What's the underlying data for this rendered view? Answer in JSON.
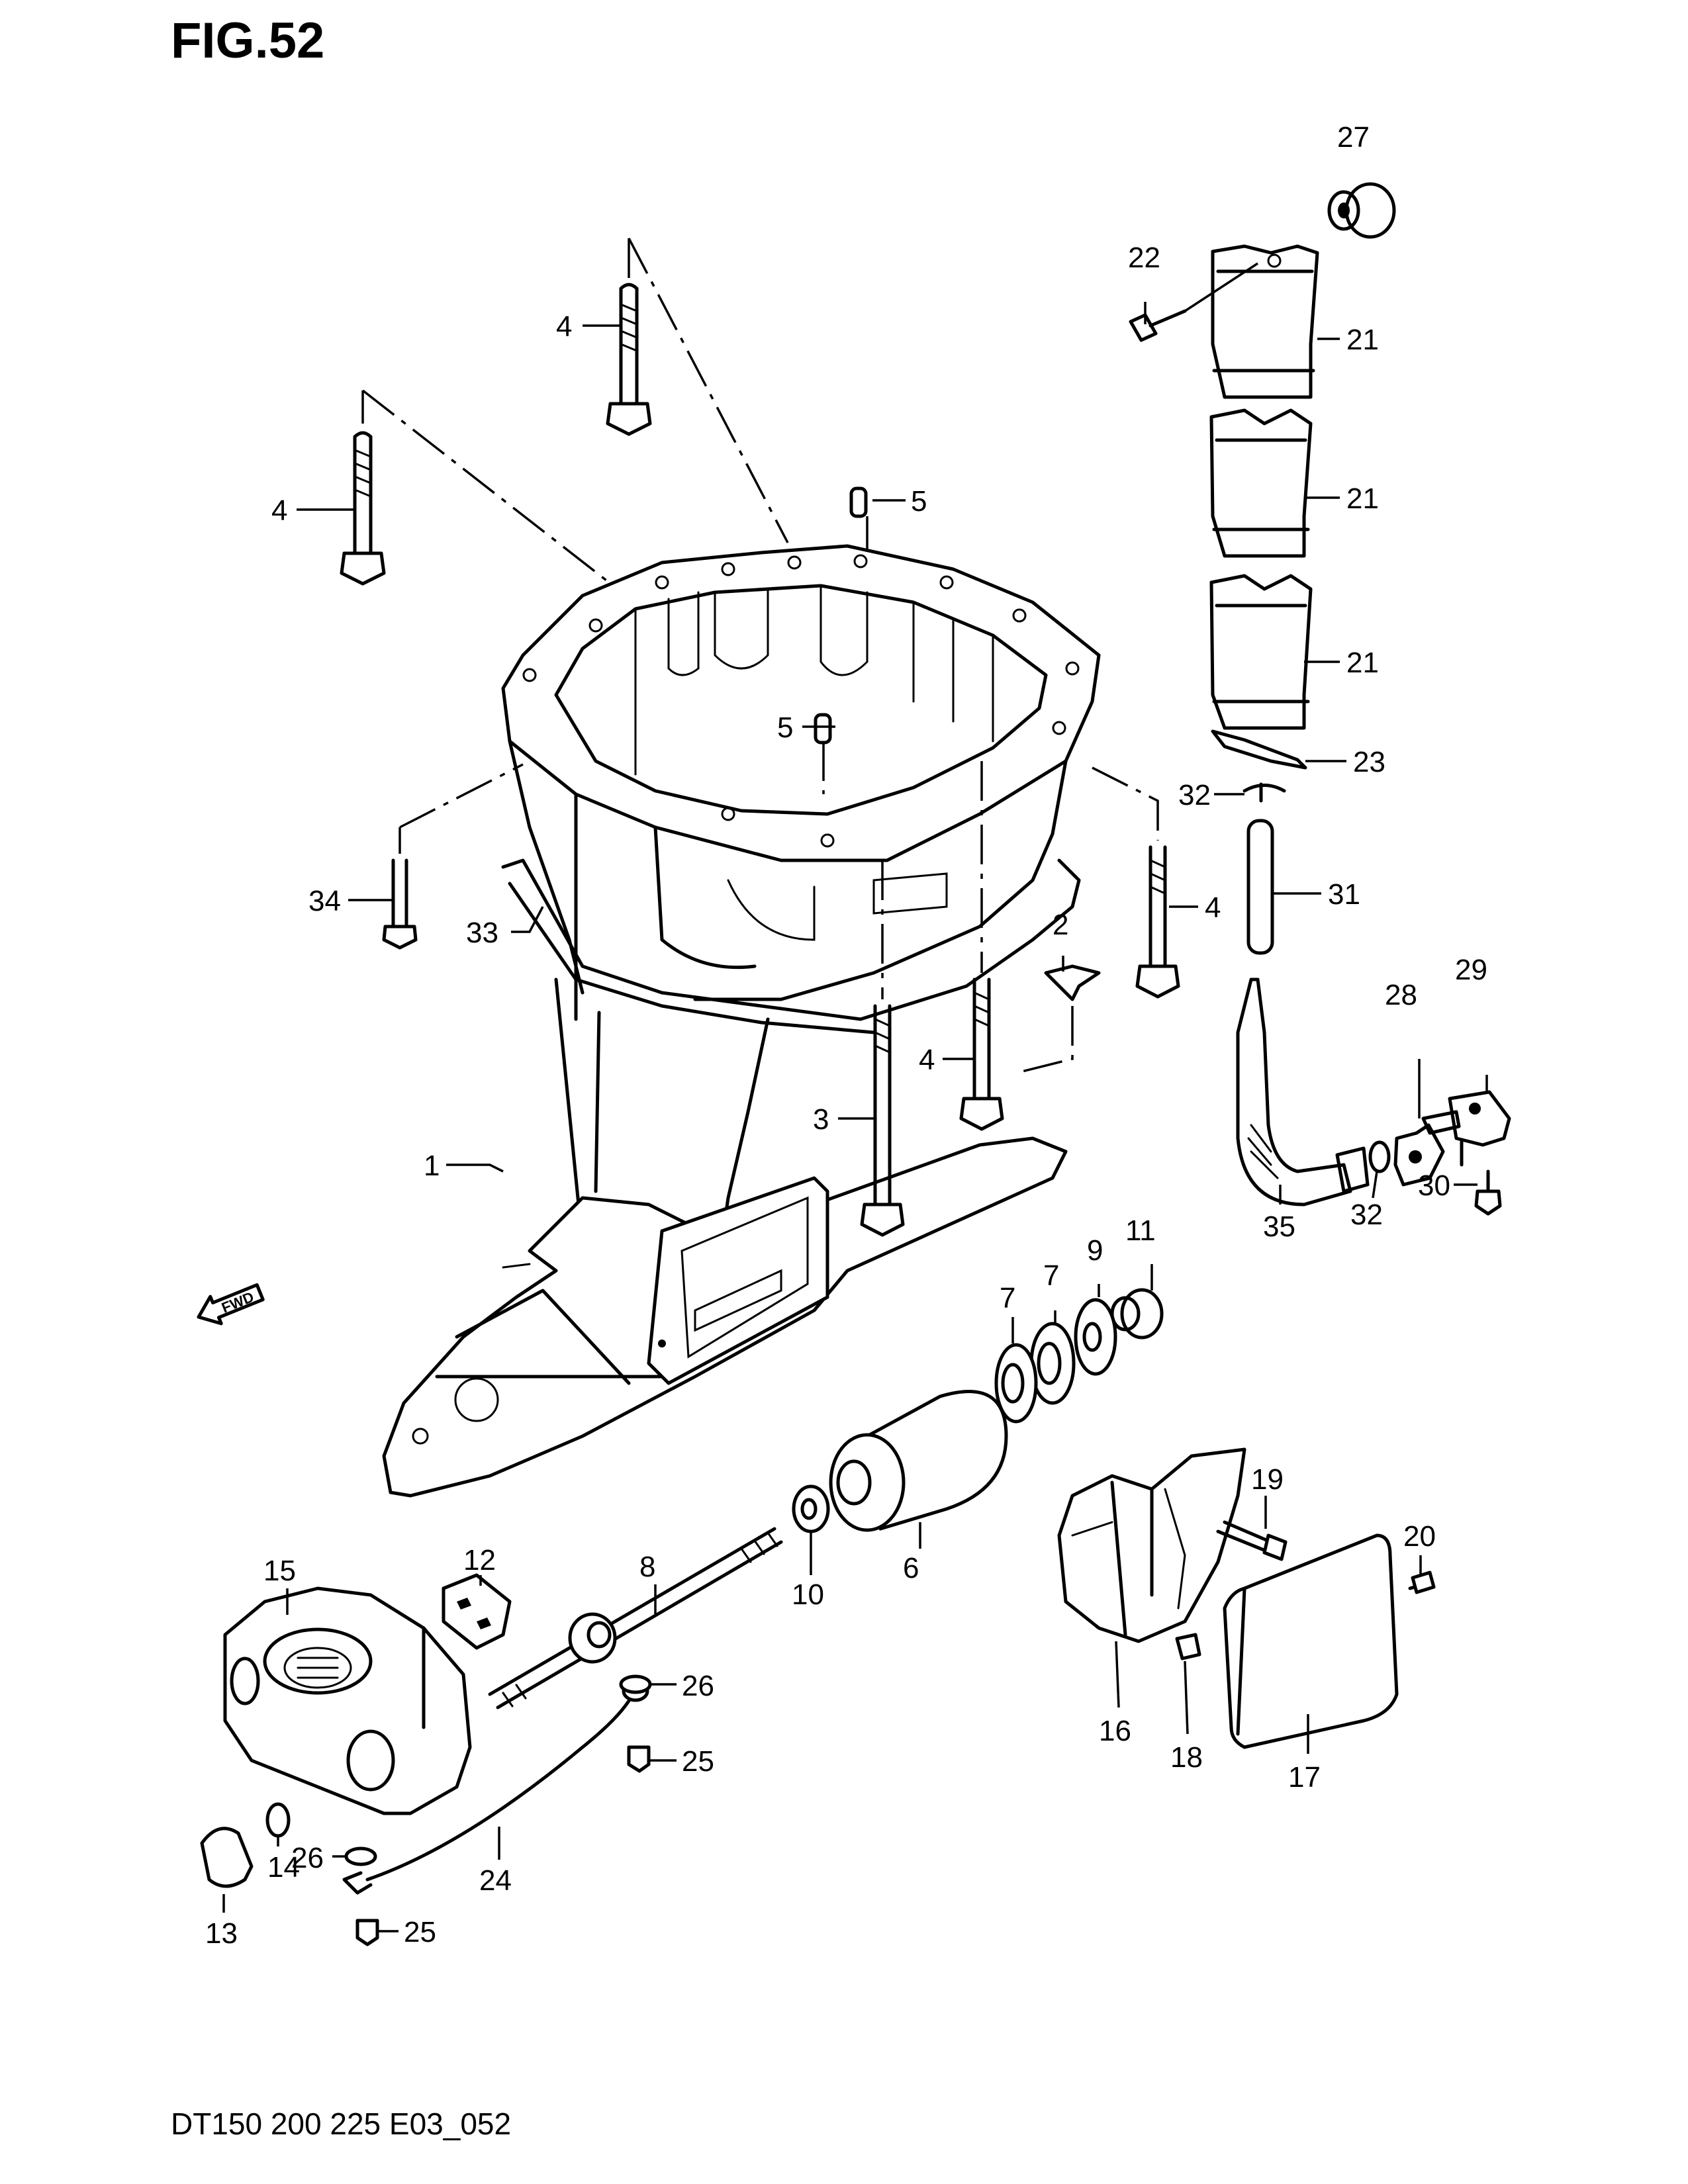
{
  "figure": {
    "title": "FIG.52",
    "footer": "DT150 200 225 E03_052",
    "fwd_label": "FWD"
  },
  "callouts": [
    "1",
    "2",
    "3",
    "4",
    "5",
    "6",
    "7",
    "8",
    "9",
    "10",
    "11",
    "12",
    "13",
    "14",
    "15",
    "16",
    "17",
    "18",
    "19",
    "20",
    "21",
    "22",
    "23",
    "24",
    "25",
    "26",
    "27",
    "28",
    "29",
    "30",
    "31",
    "32",
    "33",
    "34",
    "35"
  ],
  "labels": [
    {
      "id": "c27",
      "text": "27"
    },
    {
      "id": "c22",
      "text": "22"
    },
    {
      "id": "c21a",
      "text": "21"
    },
    {
      "id": "c21b",
      "text": "21"
    },
    {
      "id": "c21c",
      "text": "21"
    },
    {
      "id": "c23",
      "text": "23"
    },
    {
      "id": "c32a",
      "text": "32"
    },
    {
      "id": "c31",
      "text": "31"
    },
    {
      "id": "c29",
      "text": "29"
    },
    {
      "id": "c28",
      "text": "28"
    },
    {
      "id": "c30",
      "text": "30"
    },
    {
      "id": "c32b",
      "text": "32"
    },
    {
      "id": "c35",
      "text": "35"
    },
    {
      "id": "c4a",
      "text": "4"
    },
    {
      "id": "c4b",
      "text": "4"
    },
    {
      "id": "c4c",
      "text": "4"
    },
    {
      "id": "c4d",
      "text": "4"
    },
    {
      "id": "c5a",
      "text": "5"
    },
    {
      "id": "c5b",
      "text": "5"
    },
    {
      "id": "c34",
      "text": "34"
    },
    {
      "id": "c33",
      "text": "33"
    },
    {
      "id": "c2",
      "text": "2"
    },
    {
      "id": "c3",
      "text": "3"
    },
    {
      "id": "c1",
      "text": "1"
    },
    {
      "id": "c11",
      "text": "11"
    },
    {
      "id": "c9",
      "text": "9"
    },
    {
      "id": "c7a",
      "text": "7"
    },
    {
      "id": "c7b",
      "text": "7"
    },
    {
      "id": "c10",
      "text": "10"
    },
    {
      "id": "c6",
      "text": "6"
    },
    {
      "id": "c8",
      "text": "8"
    },
    {
      "id": "c12",
      "text": "12"
    },
    {
      "id": "c15",
      "text": "15"
    },
    {
      "id": "c26a",
      "text": "26"
    },
    {
      "id": "c25a",
      "text": "25"
    },
    {
      "id": "c26b",
      "text": "26"
    },
    {
      "id": "c24",
      "text": "24"
    },
    {
      "id": "c13",
      "text": "13"
    },
    {
      "id": "c14",
      "text": "14"
    },
    {
      "id": "c25b",
      "text": "25"
    },
    {
      "id": "c19",
      "text": "19"
    },
    {
      "id": "c20",
      "text": "20"
    },
    {
      "id": "c16",
      "text": "16"
    },
    {
      "id": "c18",
      "text": "18"
    },
    {
      "id": "c17",
      "text": "17"
    }
  ]
}
